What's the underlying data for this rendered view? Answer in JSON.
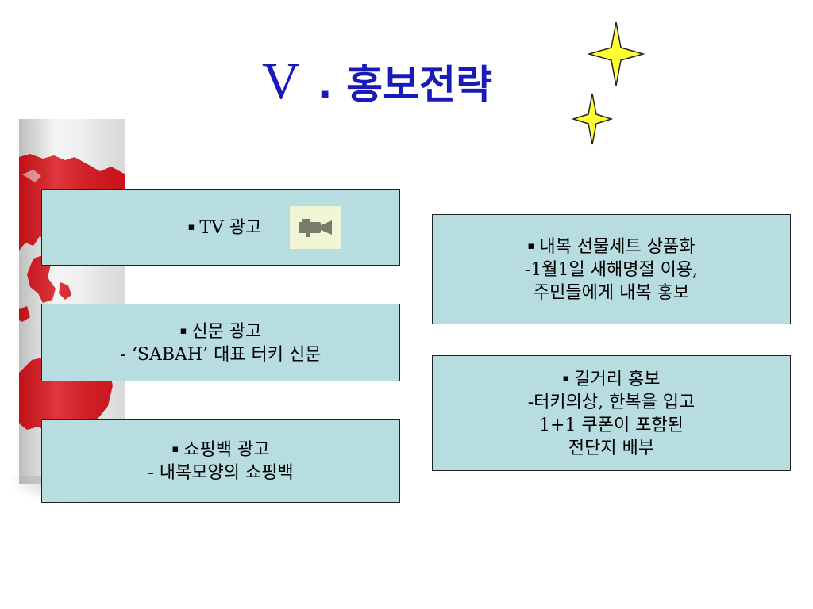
{
  "title": {
    "numeral": "V",
    "text": ". 홍보전략"
  },
  "bullet_glyph": "▪",
  "boxes": {
    "tv": {
      "label": "TV 광고"
    },
    "newspaper": {
      "heading": "신문 광고",
      "detail": "- ‘SABAH’ 대표 터키 신문"
    },
    "shopping_bag": {
      "heading": "쇼핑백 광고",
      "detail": "- 내복모양의 쇼핑백"
    },
    "gift_set": {
      "heading": "내복 선물세트 상품화",
      "detail_1": "-1월1일 새해명절 이용,",
      "detail_2": "주민들에게 내복 홍보"
    },
    "street": {
      "heading": "길거리 홍보",
      "detail_1": "-터키의상, 한복을 입고",
      "detail_2": "1+1 쿠폰이 포함된",
      "detail_3": "전단지 배부"
    }
  },
  "colors": {
    "title": "#1a1ab8",
    "box_fill": "#b7dde1",
    "star_fill": "#ffff33",
    "map_red": "#d9141b"
  },
  "icons": {
    "tv_box": "video-camera-icon",
    "decorations": [
      "star-icon",
      "star-icon"
    ]
  }
}
